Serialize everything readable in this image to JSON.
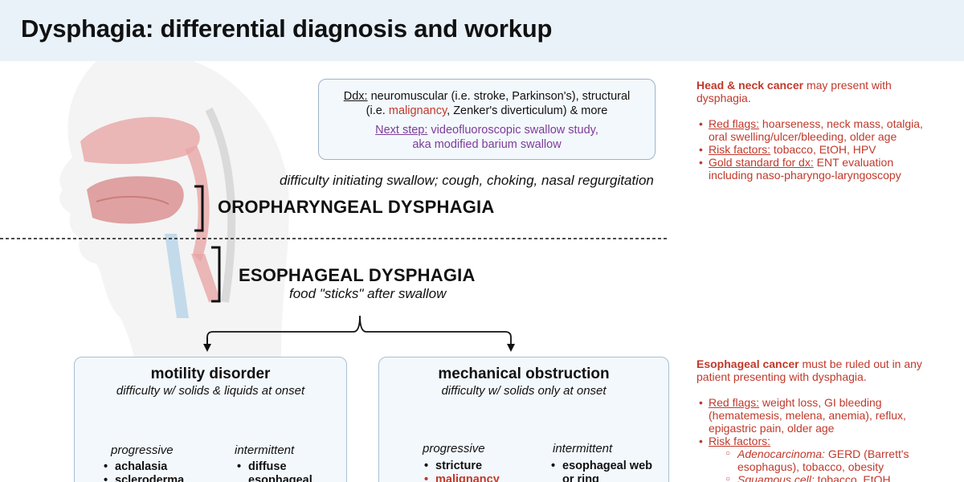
{
  "header": {
    "title": "Dysphagia: differential diagnosis and workup"
  },
  "ddx": {
    "label": "Ddx:",
    "line1_rest": " neuromuscular (i.e. stroke, Parkinson's), structural",
    "line2_pre": "(i.e. ",
    "line2_red": "malignancy",
    "line2_post": ", Zenker's diverticulum) & more",
    "next_label": "Next step:",
    "next_rest": " videofluoroscopic swallow study,",
    "next_line2": "aka modified barium swallow"
  },
  "oropharyngeal": {
    "description": "difficulty initiating swallow; cough, choking, nasal regurgitation",
    "title": "OROPHARYNGEAL DYSPHAGIA"
  },
  "esophageal": {
    "title": "ESOPHAGEAL DYSPHAGIA",
    "description": "food \"sticks\" after swallow"
  },
  "motility": {
    "title": "motility disorder",
    "subtitle": "difficulty w/ solids & liquids at onset",
    "progressive_label": "progressive",
    "progressive_items": [
      "achalasia",
      "scleroderma"
    ],
    "intermittent_label": "intermittent",
    "intermittent_items": [
      "diffuse",
      "esophageal"
    ]
  },
  "mechanical": {
    "title": "mechanical obstruction",
    "subtitle": "difficulty w/ solids only at onset",
    "progressive_label": "progressive",
    "progressive_items": [
      "stricture",
      "malignancy"
    ],
    "intermittent_label": "intermittent",
    "intermittent_items": [
      "esophageal web",
      "or ring"
    ]
  },
  "head_neck": {
    "head_bold": "Head & neck cancer",
    "head_rest": " may present with",
    "head_line2": "dysphagia.",
    "red_flags_label": "Red flags:",
    "red_flags_text": " hoarseness, neck mass, otalgia,",
    "red_flags_line2": "oral swelling/ulcer/bleeding, older age",
    "risk_label": "Risk factors:",
    "risk_text": " tobacco, EtOH, HPV",
    "gold_label": "Gold standard for dx:",
    "gold_text": " ENT evaluation",
    "gold_line2": "including naso-pharyngo-laryngoscopy"
  },
  "esophageal_cancer": {
    "head_bold": "Esophageal cancer",
    "head_rest": " must be ruled out in any",
    "head_line2": "patient presenting with dysphagia.",
    "red_flags_label": "Red flags:",
    "red_flags_text": " weight loss, GI bleeding",
    "red_flags_line2": "(hematemesis, melena, anemia), reflux,",
    "red_flags_line3": "epigastric pain, older age",
    "risk_label": "Risk factors:",
    "adeno_label": "Adenocarcinoma:",
    "adeno_text": " GERD (Barrett's",
    "adeno_line2": "esophagus), tobacco, obesity",
    "squamous_label": "Squamous cell:",
    "squamous_text": " tobacco, EtOH"
  },
  "colors": {
    "header_bg": "#e9f1f9",
    "box_bg": "#f3f8fc",
    "accent_red": "#c0392b",
    "accent_purple": "#7d3c98"
  }
}
